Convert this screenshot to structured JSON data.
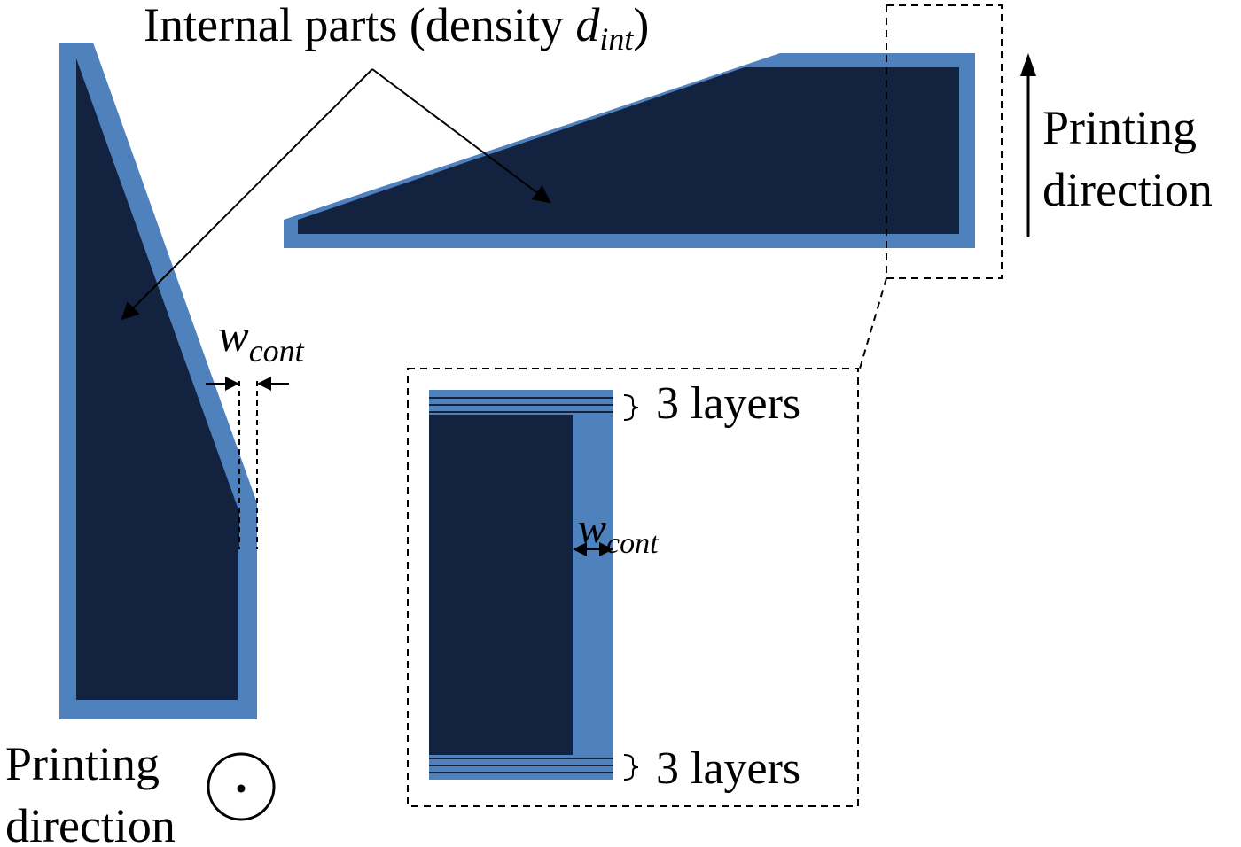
{
  "title": {
    "main": "Internal parts (density ",
    "var": "d",
    "sub": "int",
    "close": ")"
  },
  "printing_direction_right": {
    "line1": "Printing",
    "line2": "direction"
  },
  "printing_direction_bottom": {
    "line1": "Printing",
    "line2": "direction"
  },
  "w_cont_left": {
    "var": "w",
    "sub": "cont"
  },
  "w_cont_detail": {
    "var": "w",
    "sub": "cont"
  },
  "layers_top": "3 layers",
  "layers_bottom": "3 layers",
  "colors": {
    "contour": "#4f81bd",
    "internal": "#13233f",
    "line": "#000000",
    "background": "#ffffff"
  }
}
